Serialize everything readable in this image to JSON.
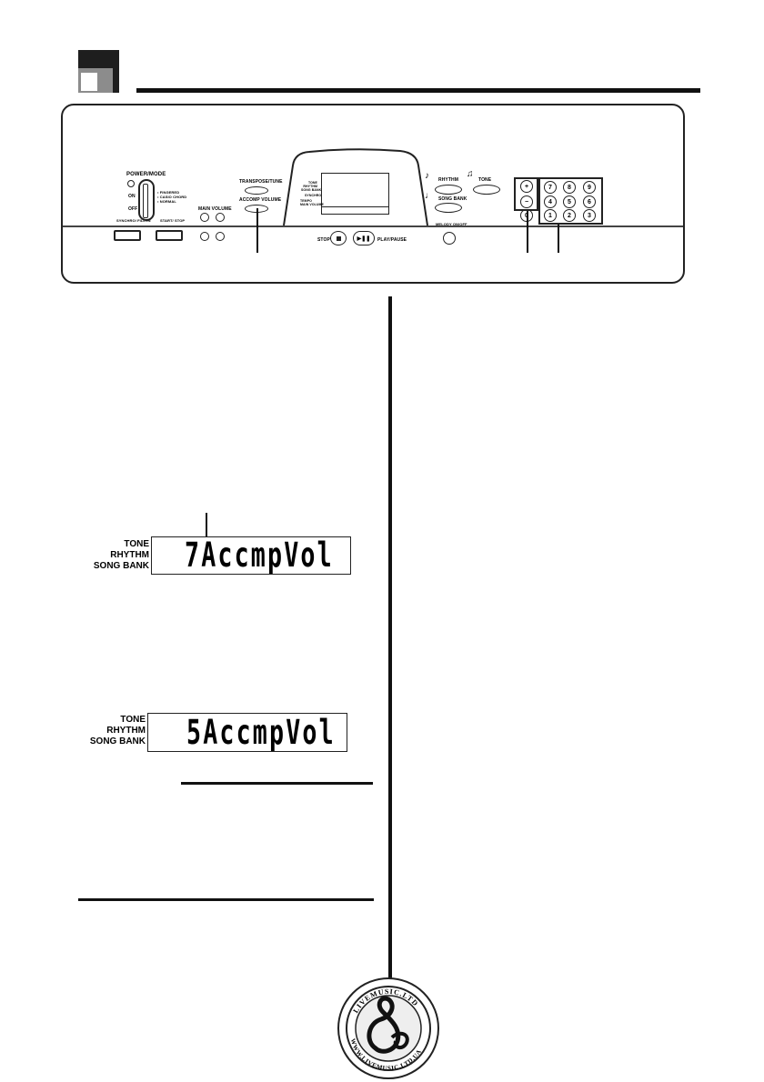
{
  "panel": {
    "power_mode_label": "POWER/MODE",
    "power_on": "ON",
    "power_off": "OFF",
    "mode_options": [
      "• FINGERED",
      "• CASIO CHORD",
      "• NORMAL"
    ],
    "main_volume_label": "MAIN VOLUME",
    "transpose_tune_label": "TRANSPOSE/TUNE",
    "accomp_volume_label": "ACCOMP VOLUME",
    "display_labels": [
      "TONE",
      "RHYTHM",
      "SONG BANK"
    ],
    "display_sub_label": "SYNCHRO",
    "tempo_main_volume_label": "TEMPO\nMAIN VOLUME",
    "stop_label": "STOP",
    "play_pause_label": "PLAY/PAUSE",
    "rhythm_label": "RHYTHM",
    "tone_label": "TONE",
    "song_bank_label": "SONG BANK",
    "melody_off_label": "MELODY ON/OFF",
    "synchro_fillin_label": "SYNCHRO/ FILL-IN",
    "start_stop_label": "START/ STOP",
    "plus": "+",
    "minus": "−",
    "keypad": [
      "7",
      "8",
      "9",
      "4",
      "5",
      "6",
      "1",
      "2",
      "3",
      "0"
    ]
  },
  "lcd1": {
    "labels": [
      "TONE",
      "RHYTHM",
      "SONG BANK"
    ],
    "text": "7AccmpVol"
  },
  "lcd2": {
    "labels": [
      "TONE",
      "RHYTHM",
      "SONG BANK"
    ],
    "text": "5AccmpVol"
  },
  "logo": {
    "top_text": "LIVEMUSIC.LTD",
    "bottom_text": "WWW.LIVEMUSIC.LTD.UA"
  }
}
